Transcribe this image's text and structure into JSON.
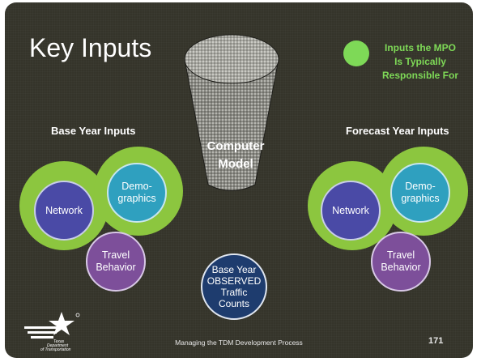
{
  "title": "Key Inputs",
  "legend": {
    "lines": [
      "Inputs the MPO",
      "Is Typically",
      "Responsible For"
    ],
    "color": "#7ed957"
  },
  "funnel": {
    "lines": [
      "Computer",
      "Model"
    ]
  },
  "base_year": {
    "label": "Base Year Inputs",
    "network": [
      "Network"
    ],
    "demographics": [
      "Demo-",
      "graphics"
    ],
    "travel": [
      "Travel",
      "Behavior"
    ]
  },
  "forecast_year": {
    "label": "Forecast Year Inputs",
    "network": [
      "Network"
    ],
    "demographics": [
      "Demo-",
      "graphics"
    ],
    "travel": [
      "Travel",
      "Behavior"
    ]
  },
  "observed": [
    "Base Year",
    "OBSERVED",
    "Traffic",
    "Counts"
  ],
  "footer": "Managing the TDM Development Process",
  "page_number": "171",
  "logo_text": [
    "Texas",
    "Department",
    "of Transportation"
  ],
  "colors": {
    "background": "#35342a",
    "green_ring": "#8cc63f",
    "network": "#4a4aa6",
    "demographics": "#2fa0bf",
    "travel": "#7d4f9a",
    "observed": "#1e3c6e"
  }
}
